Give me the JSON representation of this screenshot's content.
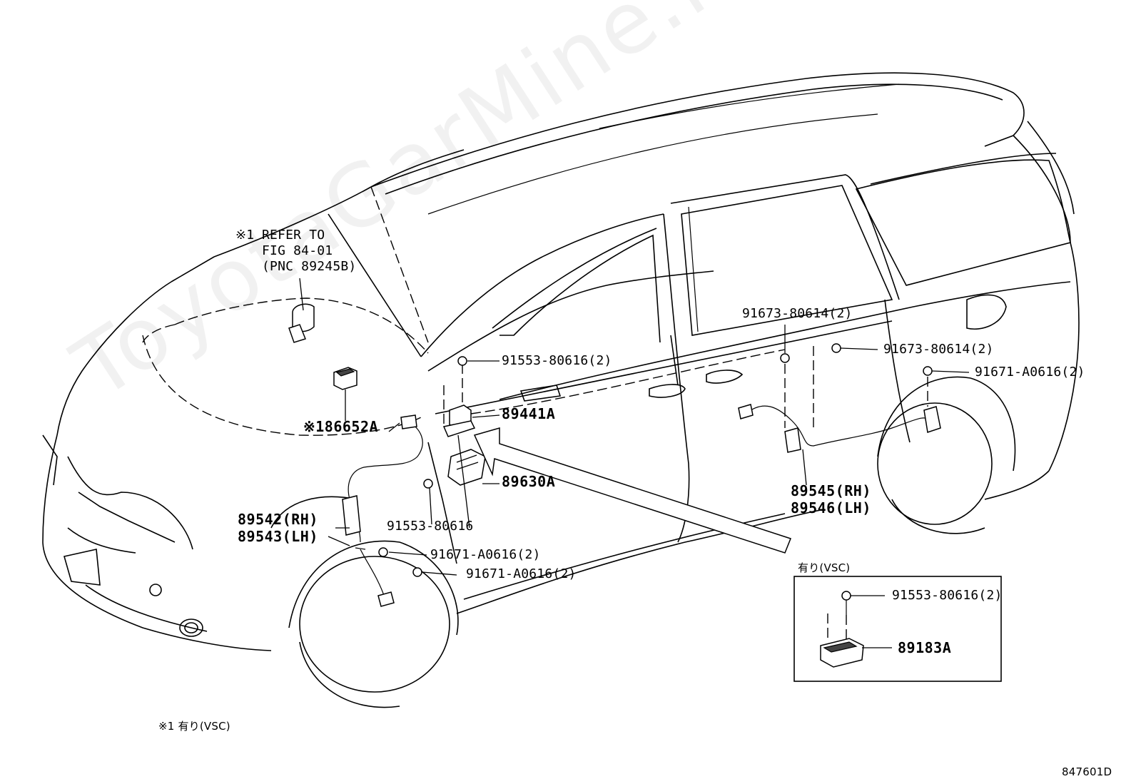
{
  "figure_code": "847601D",
  "watermark": "ToyotaGarMine.ru",
  "footnote": "※1 有り(VSC)",
  "refer_note": {
    "mark": "※1",
    "line1": "REFER TO",
    "line2": "FIG 84-01",
    "line3": "(PNC 89245B)"
  },
  "callouts": {
    "p86652a": "※186652A",
    "p89441a": "89441A",
    "p89630a": "89630A",
    "p91553_80616_2": "91553-80616(2)",
    "p91553_80616": "91553-80616",
    "p89542": "89542(RH)",
    "p89543": "89543(LH)",
    "p91671_a0616_2a": "91671-A0616(2)",
    "p91671_a0616_2b": "91671-A0616(2)",
    "p91673_80614_2a": "91673-80614(2)",
    "p91673_80614_2b": "91673-80614(2)",
    "p91671_a0616_2c": "91671-A0616(2)",
    "p89545": "89545(RH)",
    "p89546": "89546(LH)"
  },
  "inset": {
    "title": "有り(VSC)",
    "bolt": "91553-80616(2)",
    "part": "89183A"
  }
}
